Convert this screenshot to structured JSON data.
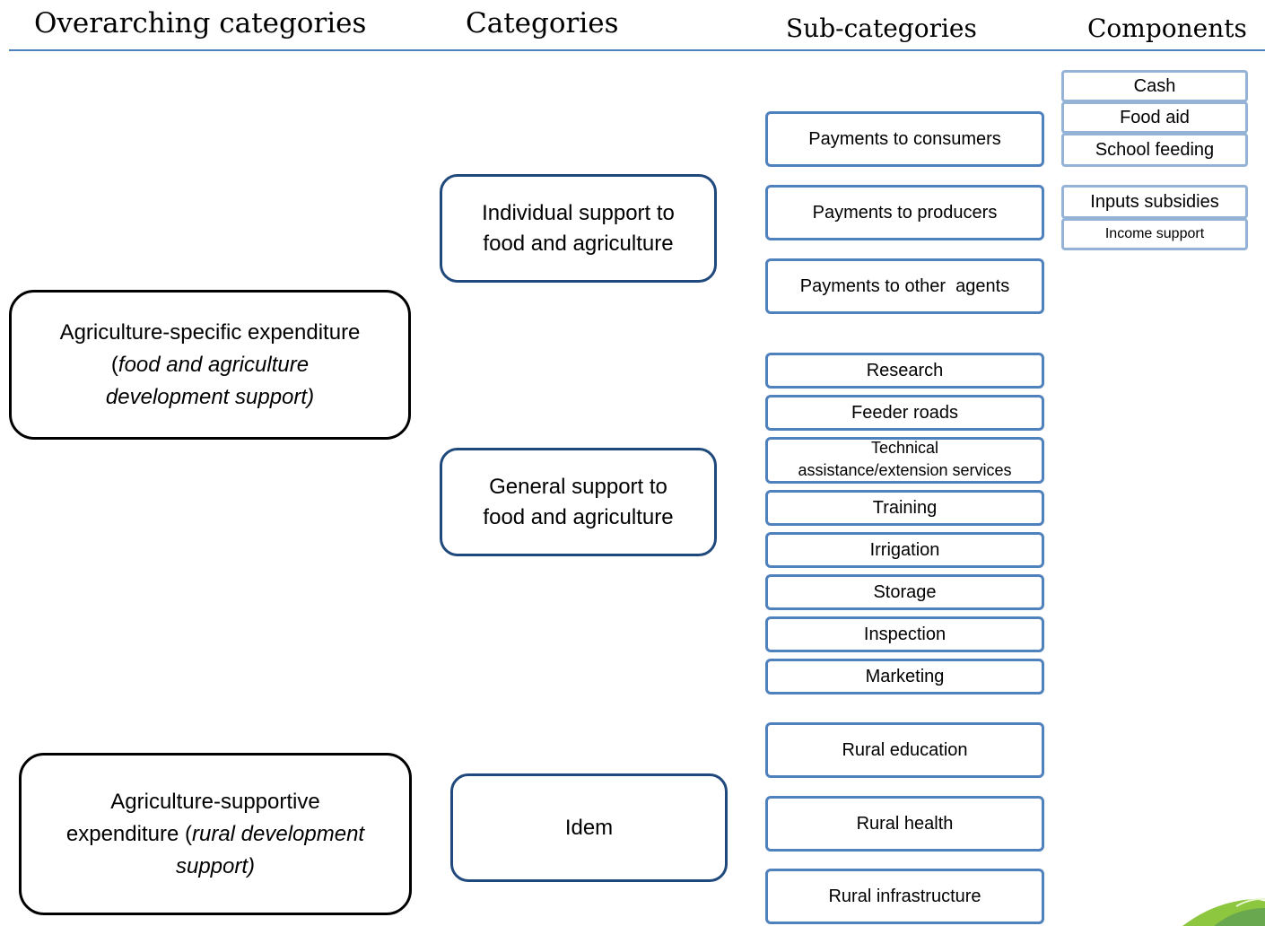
{
  "headers": {
    "overarching": "Overarching categories",
    "categories": "Categories",
    "subcategories": "Sub-categories",
    "components": "Components"
  },
  "overarching": {
    "specific": {
      "line1": "Agriculture-specific expenditure",
      "line2_open": "(",
      "line2_italic": "food and agriculture",
      "line3_italic": "development support)"
    },
    "supportive": {
      "line1": "Agriculture-supportive",
      "line2_plain": "expenditure (",
      "line2_italic": "rural development",
      "line3_italic": "support)"
    }
  },
  "categories": {
    "individual": {
      "line1": "Individual support to",
      "line2": "food and agriculture"
    },
    "general": {
      "line1": "General support to",
      "line2": "food and agriculture"
    },
    "idem": "Idem"
  },
  "subcategories": {
    "consumers": "Payments to consumers",
    "producers": "Payments to producers",
    "other_agents": "Payments to other  agents",
    "research": "Research",
    "feeder_roads": "Feeder roads",
    "technical_line1": "Technical",
    "technical_line2": "assistance/extension services",
    "training": "Training",
    "irrigation": "Irrigation",
    "storage": "Storage",
    "inspection": "Inspection",
    "marketing": "Marketing",
    "rural_education": "Rural education",
    "rural_health": "Rural health",
    "rural_infrastructure": "Rural infrastructure"
  },
  "components": {
    "cash": "Cash",
    "food_aid": "Food aid",
    "school_feeding": "School feeding",
    "inputs_subsidies": "Inputs subsidies",
    "income_support": "Income support"
  },
  "colors": {
    "rule": "#4f81bd",
    "overarching_border": "#000000",
    "category_border": "#1f497d",
    "subcategory_border": "#4f81bd",
    "component_border": "#95b3d7"
  }
}
